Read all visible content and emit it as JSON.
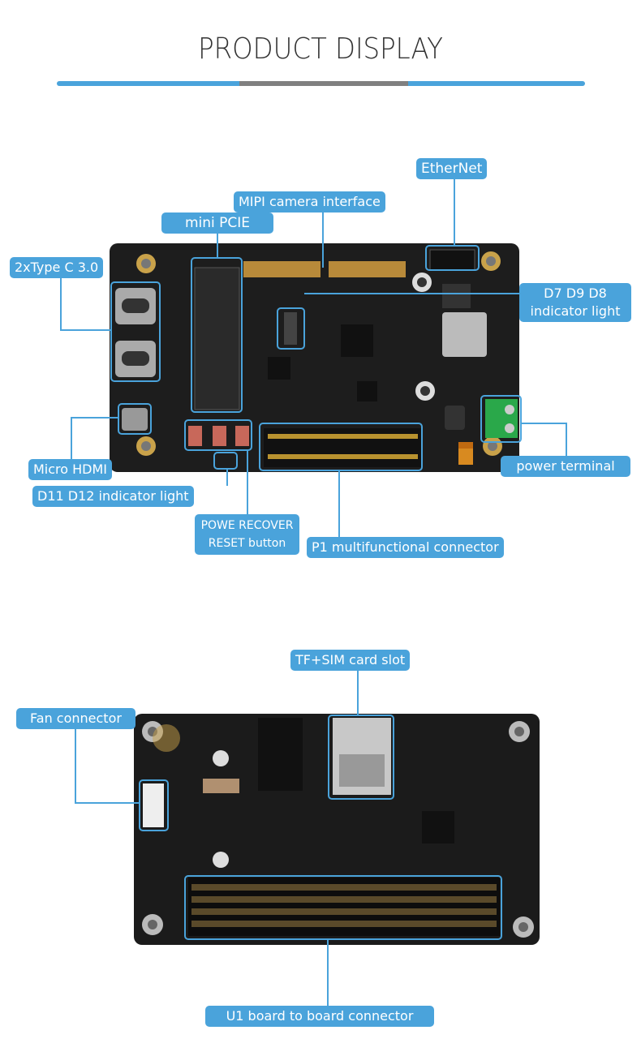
{
  "title": "PRODUCT DISPLAY",
  "colors": {
    "accent": "#4aa3db",
    "divider_mid": "#808080",
    "board": "#1c1c1c"
  },
  "top_view": {
    "labels": {
      "ethernet": "EtherNet",
      "mipi": "MIPI camera interface",
      "mini_pcie": "mini PCIE",
      "type_c": "2xType C 3.0",
      "d7_line1": "D7 D9 D8",
      "d7_line2": "indicator light",
      "micro_hdmi": "Micro HDMI",
      "d11": "D11 D12 indicator light",
      "reset_line1": "POWE RECOVER",
      "reset_line2": "RESET button",
      "p1": "P1 multifunctional connector",
      "power": "power terminal"
    }
  },
  "bottom_view": {
    "labels": {
      "tf_sim": "TF+SIM card slot",
      "fan": "Fan connector",
      "u1": "U1 board to board connector"
    }
  }
}
